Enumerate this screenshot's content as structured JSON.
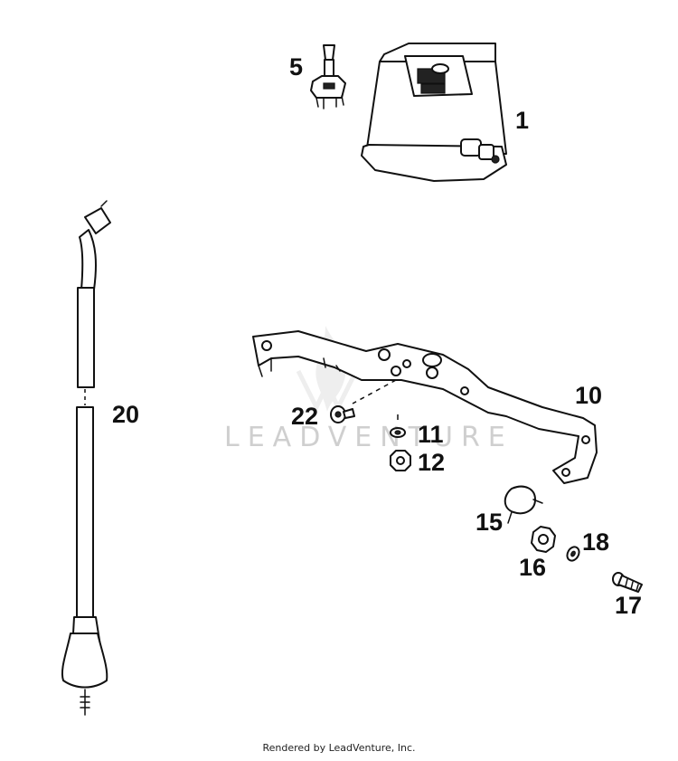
{
  "diagram": {
    "callouts": {
      "c1": "1",
      "c5": "5",
      "c10": "10",
      "c11": "11",
      "c12": "12",
      "c15": "15",
      "c16": "16",
      "c17": "17",
      "c18": "18",
      "c20": "20",
      "c22": "22"
    },
    "watermark": "LEADVENTURE"
  },
  "footer": {
    "text": "Rendered by LeadVenture, Inc."
  }
}
